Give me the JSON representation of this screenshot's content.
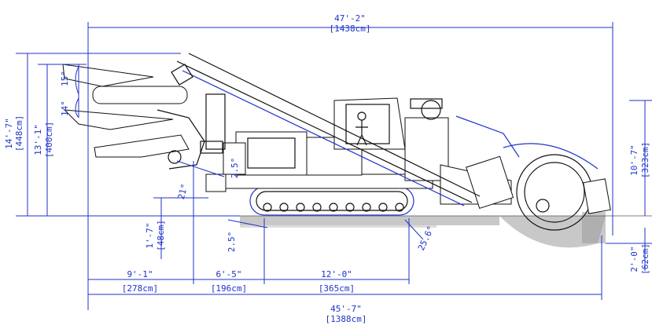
{
  "dimensions": {
    "overall_length_top": {
      "ft": "47'-2\"",
      "cm": "[1438cm]"
    },
    "overall_length_bottom": {
      "ft": "45'-7\"",
      "cm": "[1388cm]"
    },
    "height_left_outer": {
      "ft": "14'-7\"",
      "cm": "[448cm]"
    },
    "height_left_inner": {
      "ft": "13'-1\"",
      "cm": "[400cm]"
    },
    "height_right": {
      "ft": "10'-7\"",
      "cm": "[323cm]"
    },
    "depth_right": {
      "ft": "2'-0\"",
      "cm": "[62cm]"
    },
    "clearance_left": {
      "ft": "1'-7\"",
      "cm": "[48cm]"
    },
    "segment_1": {
      "ft": "9'-1\"",
      "cm": "[278cm]"
    },
    "segment_2": {
      "ft": "6'-5\"",
      "cm": "[196cm]"
    },
    "segment_3": {
      "ft": "12'-0\"",
      "cm": "[365cm]"
    }
  },
  "angles": {
    "conveyor_up": "15°",
    "conveyor_down": "14°",
    "blade": "2.5°",
    "rear": "21°",
    "track_front": "2.5°",
    "track_rear": "25.6°"
  },
  "colors": {
    "dimension": "#1f33c8",
    "outline": "#111111",
    "ground": "#9a9a9a"
  }
}
